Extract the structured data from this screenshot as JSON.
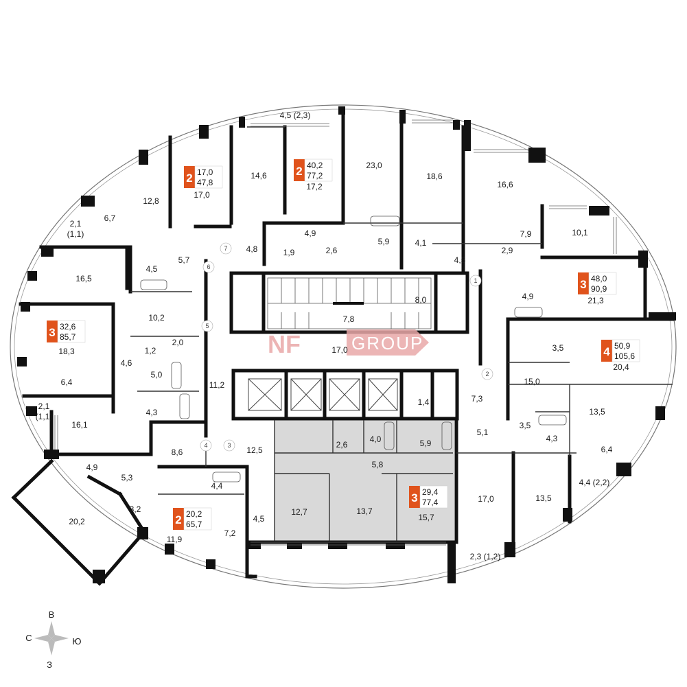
{
  "watermark": {
    "brand_a": "NF",
    "brand_b": "GROUP"
  },
  "colors": {
    "badge": "#e0531c",
    "wall": "#111111",
    "selected_fill": "#d9d9d9",
    "watermark": "#e9a8a8"
  },
  "compass": {
    "north": "В",
    "west": "С",
    "east": "Ю",
    "south": "З"
  },
  "apartments": [
    {
      "rooms": "2",
      "living": "17,0",
      "total": "47,8"
    },
    {
      "rooms": "2",
      "living": "40,2",
      "total": "77,2"
    },
    {
      "rooms": "3",
      "living": "48,0",
      "total": "90,9"
    },
    {
      "rooms": "3",
      "living": "32,6",
      "total": "85,7"
    },
    {
      "rooms": "4",
      "living": "50,9",
      "total": "105,6"
    },
    {
      "rooms": "3",
      "living": "29,4",
      "total": "77,4"
    },
    {
      "rooms": "2",
      "living": "20,2",
      "total": "65,7"
    }
  ],
  "areas": [
    "4,5 (2,3)",
    "23,0",
    "18,6",
    "16,6",
    "14,6",
    "17,2",
    "12,8",
    "17,0",
    "6,7",
    "2,1",
    "(1,1)",
    "4,9",
    "4,8",
    "1,9",
    "2,6",
    "5,9",
    "4,1",
    "4,5",
    "7,9",
    "10,1",
    "2,9",
    "16,5",
    "4,5",
    "5,7",
    "21,3",
    "4,9",
    "8,0",
    "10,2",
    "7,8",
    "2,0",
    "1,2",
    "18,3",
    "4,6",
    "5,0",
    "17,0",
    "3,5",
    "20,4",
    "11,2",
    "6,4",
    "15,0",
    "2,1",
    "(1,1)",
    "4,3",
    "1,4",
    "7,3",
    "16,1",
    "13,5",
    "3,5",
    "4,3",
    "12,5",
    "2,6",
    "4,0",
    "5,9",
    "5,1",
    "8,6",
    "6,4",
    "4,9",
    "5,8",
    "5,3",
    "4,4",
    "4,4 (2,2)",
    "3,2",
    "12,7",
    "13,7",
    "15,7",
    "17,0",
    "13,5",
    "20,2",
    "4,5",
    "11,9",
    "7,2",
    "2,3 (1,2)"
  ],
  "door_numbers": [
    "7",
    "6",
    "5",
    "1",
    "2",
    "4",
    "3"
  ]
}
